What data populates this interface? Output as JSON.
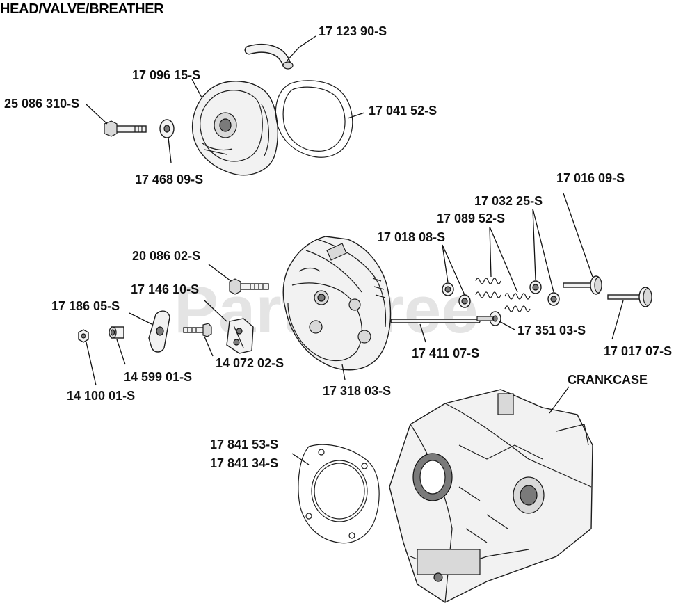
{
  "title": "HEAD/VALVE/BREATHER",
  "watermark": "PartsTree",
  "parts": {
    "breather_tube": "17 123 90-S",
    "valve_cover": "17 096 15-S",
    "cover_bolt": "25 086 310-S",
    "cover_gasket": "17 041 52-S",
    "cover_washer": "17 468 09-S",
    "exhaust_valve": "17 016 09-S",
    "spring_retainer": "17 032 25-S",
    "valve_spring": "17 089 52-S",
    "rocker_pivot": "17 018 08-S",
    "head_bolt": "20 086 02-S",
    "rocker_stud": "17 146 10-S",
    "rocker_arm": "17 186 05-S",
    "valve_seal": "17 351 03-S",
    "intake_valve": "17 017 07-S",
    "push_rod": "17 411 07-S",
    "guide_plate": "14 072 02-S",
    "adjust_nut": "14 599 01-S",
    "jam_nut": "14 100 01-S",
    "cylinder_head": "17 318 03-S",
    "crankcase": "CRANKCASE",
    "head_gasket_a": "17 841 53-S",
    "head_gasket_b": "17 841 34-S"
  }
}
